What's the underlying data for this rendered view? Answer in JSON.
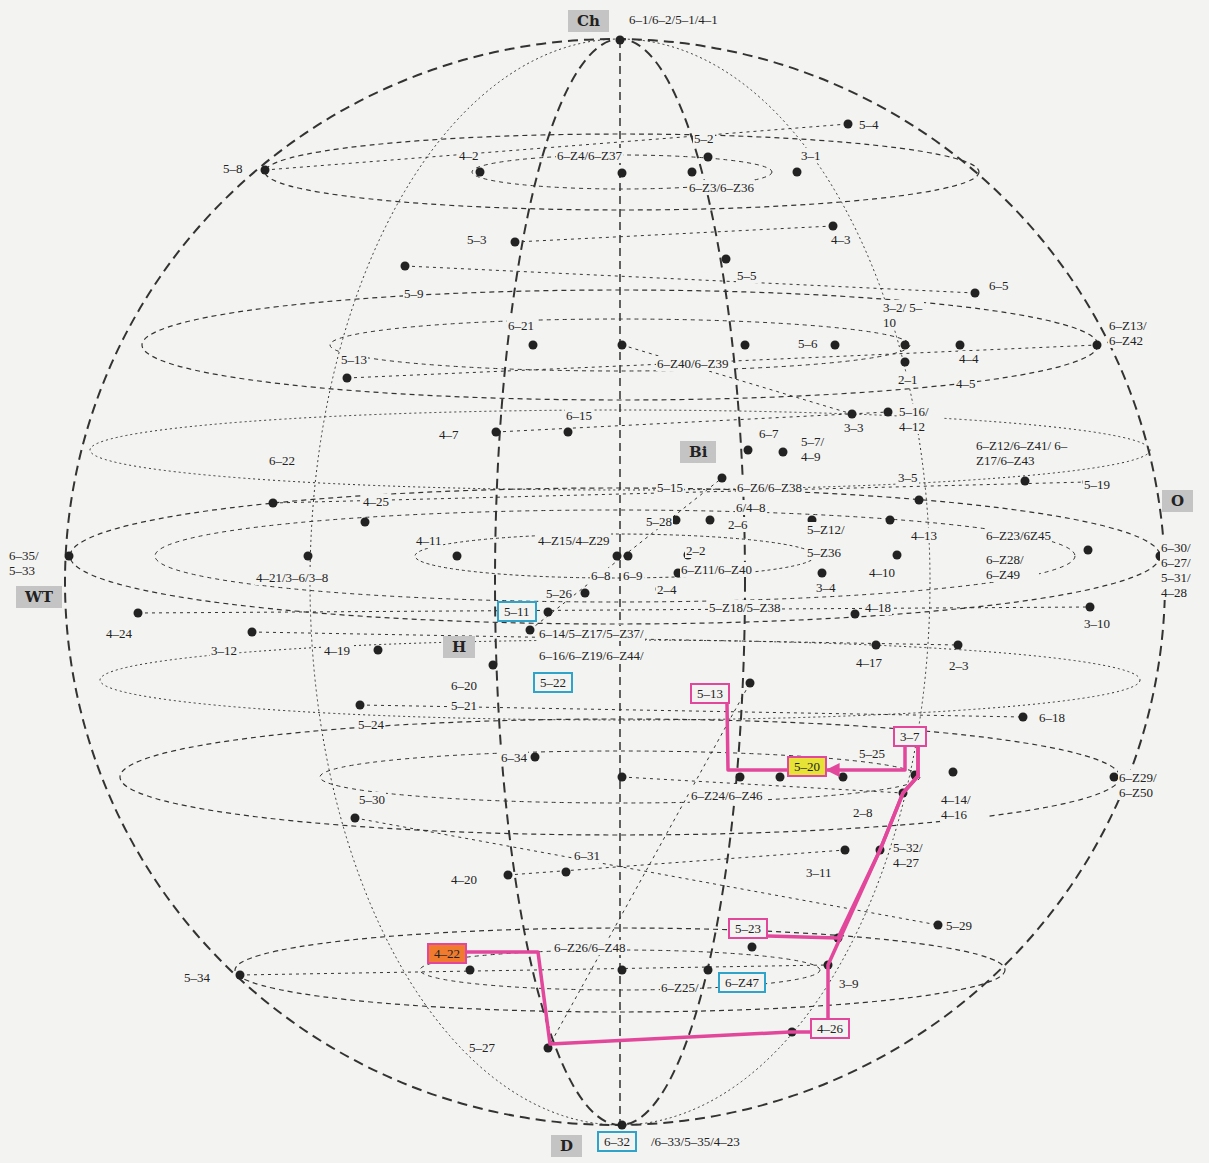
{
  "diagram": {
    "nodes": [
      {
        "text": [
          "Ch"
        ]
      },
      {
        "text": [
          "Bi"
        ]
      },
      {
        "text": [
          "O"
        ]
      },
      {
        "text": [
          "WT"
        ]
      },
      {
        "text": [
          "5–11"
        ]
      },
      {
        "text": [
          "H"
        ]
      },
      {
        "text": [
          "5–22"
        ]
      },
      {
        "text": [
          "5–13"
        ]
      },
      {
        "text": [
          "3–7"
        ]
      },
      {
        "text": [
          "5–20"
        ]
      },
      {
        "text": [
          "5–23"
        ]
      },
      {
        "text": [
          "4–22"
        ]
      },
      {
        "text": [
          "6–Z47"
        ]
      },
      {
        "text": [
          "4–26"
        ]
      },
      {
        "text": [
          "D"
        ]
      },
      {
        "text": [
          "6–32"
        ]
      }
    ],
    "edges": [
      {
        "from": 11,
        "to": 13,
        "arrow": "none"
      },
      {
        "from": 13,
        "to": 8,
        "arrow": "none"
      },
      {
        "from": 10,
        "to": 8,
        "arrow": "none"
      },
      {
        "from": 8,
        "to": 9,
        "arrow": "to"
      },
      {
        "from": 7,
        "to": 9,
        "arrow": "none"
      }
    ],
    "labels": [
      "6–1/6–2/5–1/4–1",
      "5–4",
      "5–8",
      "4–2",
      "6–Z4/6–Z37",
      "5–2",
      "3–1",
      "6–Z3/6–Z36",
      "5–3",
      "4–3",
      "5–9",
      "5–5",
      "6–5",
      "3–2/ 5–10",
      "6–Z13/ 6–Z42",
      "6–21",
      "5–13",
      "6–Z40/6–Z39",
      "5–6",
      "4–4",
      "2–1",
      "4–5",
      "5–16/ 4–12",
      "3–3",
      "6–15",
      "4–7",
      "6–7",
      "5–7/ 4–9",
      "6–Z12/6–Z41/ 6–Z17/6–Z43",
      "5–19",
      "6–22",
      "4–25",
      "5–15",
      "6–Z6/6–Z38",
      "3–5",
      "6/4–8",
      "5–28",
      "2–6",
      "5–Z12/",
      "4–13",
      "6–Z23/6Z45",
      "4–11",
      "4–Z15/4–Z29",
      "2–2",
      "5–Z36",
      "6–Z28/ 6–Z49",
      "6–35/ 5–33",
      "6–30/ 6–27/ 5–31/ 4–28",
      "4–21/3–6/3–8",
      "6–8",
      "6–9",
      "6–Z11/6–Z40",
      "4–10",
      "3–4",
      "5–26",
      "2–4",
      "5–Z18/5–Z38",
      "4–18",
      "3–10",
      "4–24",
      "3–12",
      "4–19",
      "6–14/5–Z17/5–Z37/",
      "6–16/6–Z19/6–Z44/",
      "4–17",
      "2–3",
      "6–20",
      "5–21",
      "6–18",
      "5–24",
      "6–34",
      "5–25",
      "6–Z24/6–Z46",
      "4–14/ 4–16",
      "6–Z29/ 6–Z50",
      "2–8",
      "5–30",
      "5–32/ 4–27",
      "3–11",
      "6–31",
      "4–20",
      "5–29",
      "6–Z26/6–Z48",
      "5–34",
      "6–Z25/",
      "3–9",
      "5–27",
      "/6–33/5–35/4–23"
    ]
  }
}
